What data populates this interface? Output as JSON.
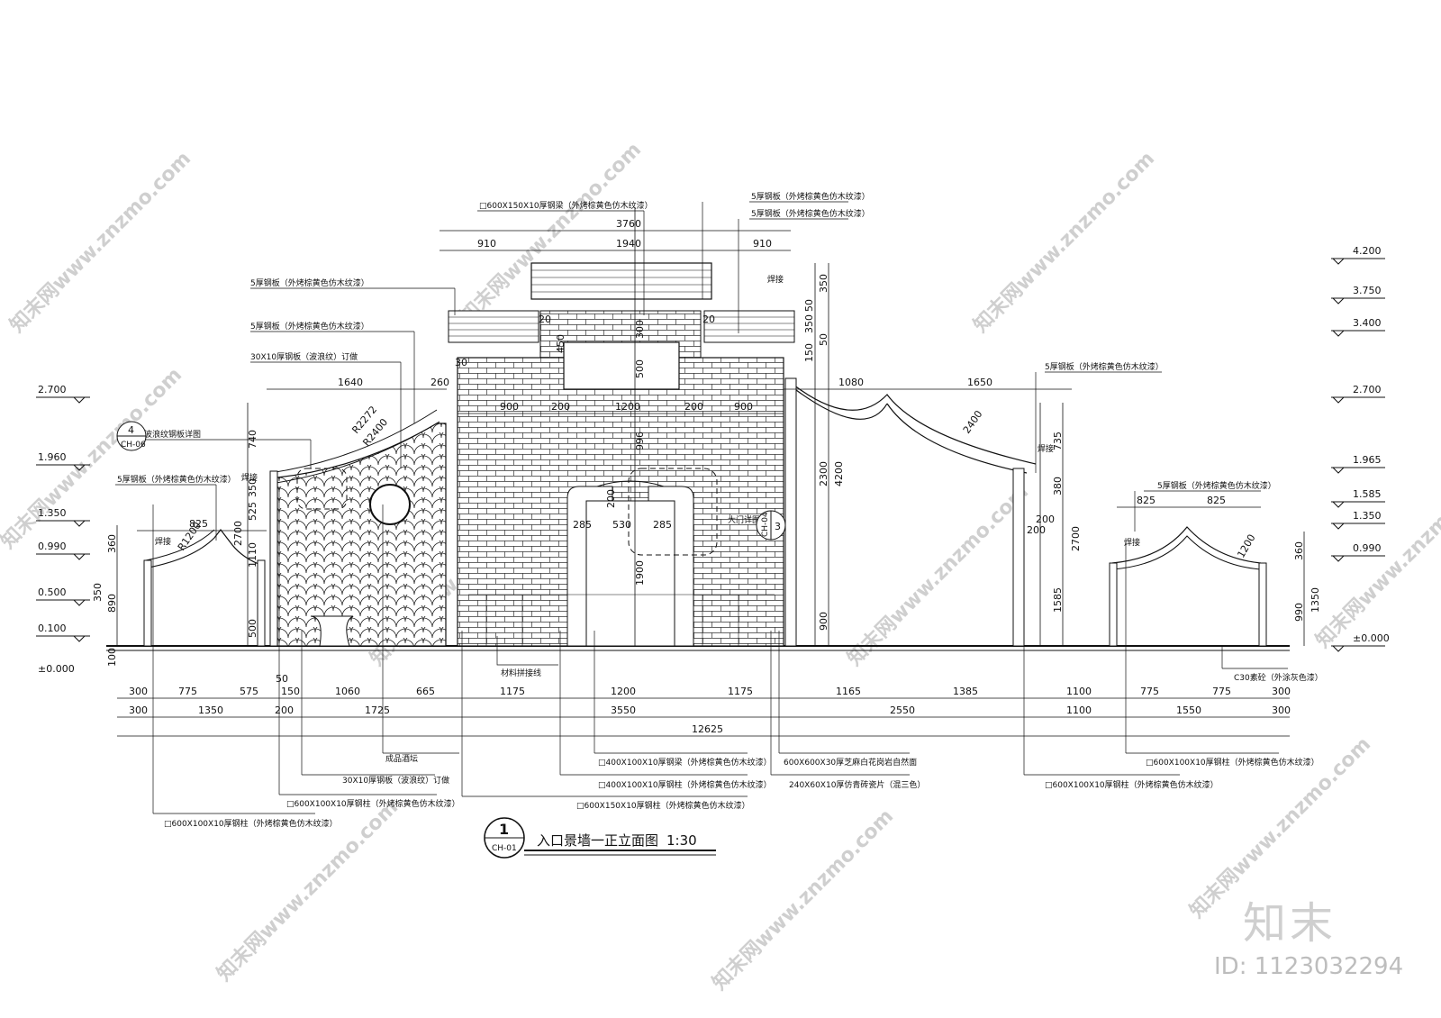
{
  "title": {
    "drawing_no": "1",
    "sheet_ref": "CH-01",
    "name": "入口景墙一正立面图",
    "scale": "1:30"
  },
  "levels_left": [
    "2.700",
    "1.960",
    "1.350",
    "0.990",
    "0.500",
    "0.100",
    "±0.000"
  ],
  "levels_right": [
    "4.200",
    "3.750",
    "3.400",
    "2.700",
    "1.965",
    "1.585",
    "1.350",
    "0.990",
    "±0.000"
  ],
  "dims_bottom_row1": [
    "300",
    "775",
    "575",
    "150",
    "1060",
    "665",
    "1175",
    "1200",
    "1175",
    "1165",
    "1385",
    "1100",
    "775",
    "775",
    "300"
  ],
  "dims_bottom_row2": [
    "300",
    "1350",
    "200",
    "1725",
    "3550",
    "2550",
    "1100",
    "1550",
    "300"
  ],
  "dims_total": "12625",
  "dims_small": "50",
  "dims_top": [
    "3760",
    "910",
    "1940",
    "910"
  ],
  "dims_mid": [
    "1640",
    "260",
    "900",
    "200",
    "1200",
    "200",
    "900",
    "1080",
    "1650",
    "825",
    "825",
    "825"
  ],
  "dims_door": [
    "285",
    "530",
    "285",
    "200",
    "200",
    "450",
    "300",
    "500",
    "996",
    "1900",
    "20",
    "20",
    "30"
  ],
  "dims_vertical": [
    "350",
    "50",
    "350",
    "50",
    "150",
    "2300",
    "4200",
    "900",
    "740",
    "350",
    "525",
    "2700",
    "1110",
    "500",
    "360",
    "890",
    "350",
    "100",
    "735",
    "380",
    "2700",
    "1585",
    "200",
    "360",
    "990",
    "1350"
  ],
  "radii": [
    "R2400",
    "R2272",
    "R1200",
    "2400",
    "1200"
  ],
  "notes": {
    "beam_top": "□600X150X10厚钢梁（外烤棕黄色仿木纹漆）",
    "plate_r1": "5厚钢板（外烤棕黄色仿木纹漆）",
    "plate_r2": "5厚钢板（外烤棕黄色仿木纹漆）",
    "plate_l1": "5厚钢板（外烤棕黄色仿木纹漆）",
    "plate_l2": "5厚钢板（外烤棕黄色仿木纹漆）",
    "wave_plate": "30X10厚钢板（波浪纹）订做",
    "wave_detail": "波浪纹钢板详图",
    "plate_l3": "5厚钢板（外烤棕黄色仿木纹漆）",
    "plate_r3": "5厚钢板（外烤棕黄色仿木纹漆）",
    "plate_r4": "5厚钢板（外烤棕黄色仿木纹漆）",
    "weld1": "焊接",
    "weld2": "焊接",
    "weld3": "焊接",
    "weld4": "焊接",
    "weld5": "焊接",
    "door_detail": "大门详图",
    "material_line": "材料拼接线",
    "concrete": "C30素砼（外涂灰色漆）",
    "pot": "成品酒坛",
    "col_400a": "□400X100X10厚钢梁（外烤棕黄色仿木纹漆）",
    "col_400b": "□400X100X10厚钢柱（外烤棕黄色仿木纹漆）",
    "beam_600b": "□600X150X10厚钢柱（外烤棕黄色仿木纹漆）",
    "wave_plate2": "30X10厚钢板（波浪纹）订做",
    "col_600a": "□600X100X10厚钢柱（外烤棕黄色仿木纹漆）",
    "col_600b": "□600X100X10厚钢柱（外烤棕黄色仿木纹漆）",
    "stone": "600X600X30厚芝麻白花岗岩自然面",
    "tile": "240X60X10厚仿青砖瓷片（混三色）",
    "col_600c": "□600X100X10厚钢柱（外烤棕黄色仿木纹漆）",
    "col_600d": "□600X100X10厚钢柱（外烤棕黄色仿木纹漆）"
  },
  "callouts": {
    "left_num": "4",
    "left_ref": "CH-06",
    "right_num": "3",
    "right_ref": "CH-04"
  },
  "watermark": {
    "text": "知末网www.znzmo.com",
    "brand": "知末",
    "id": "ID: 1123032294"
  }
}
